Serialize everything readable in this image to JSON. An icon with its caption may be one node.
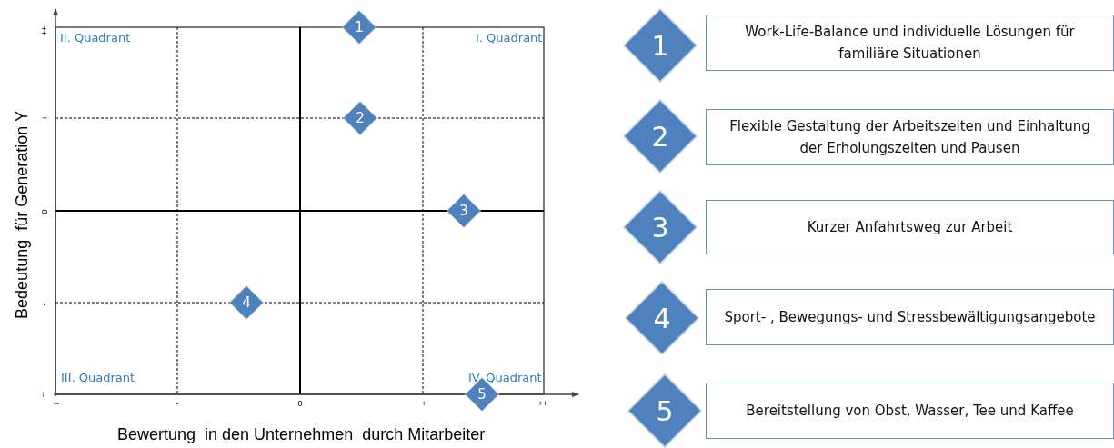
{
  "diagram": {
    "nodes": [
      {
        "text": [
          "1"
        ]
      },
      {
        "text": [
          "2"
        ]
      },
      {
        "text": [
          "3"
        ]
      },
      {
        "text": [
          "4"
        ]
      },
      {
        "text": [
          "5"
        ]
      },
      {
        "text": [
          "1"
        ]
      },
      {
        "text": [
          "Work-Life-Balance und individuelle Lösungen für familiäre Situationen"
        ]
      },
      {
        "text": [
          "2"
        ]
      },
      {
        "text": [
          "Flexible Gestaltung der Arbeitszeiten und Einhaltung der Erholungszeiten und Pausen"
        ]
      },
      {
        "text": [
          "3"
        ]
      },
      {
        "text": [
          "Kurzer Anfahrtsweg zur Arbeit"
        ]
      },
      {
        "text": [
          "4"
        ]
      },
      {
        "text": [
          "Sport- , Bewegungs- und Stressbewältigungsangebote"
        ]
      },
      {
        "text": [
          "5"
        ]
      },
      {
        "text": [
          "Bereitstellung von Obst, Wasser, Tee und Kaffee"
        ]
      }
    ],
    "labels": [
      "II. Quadrant",
      "I. Quadrant",
      "III. Quadrant",
      "IV. Quadrant",
      "++",
      "+",
      "0",
      "-",
      "--",
      "--",
      "-",
      "0",
      "+",
      "++",
      "Bedeutung  für Generation Y",
      "Bewertung  in den Unternehmen  durch Mitarbeiter"
    ]
  }
}
